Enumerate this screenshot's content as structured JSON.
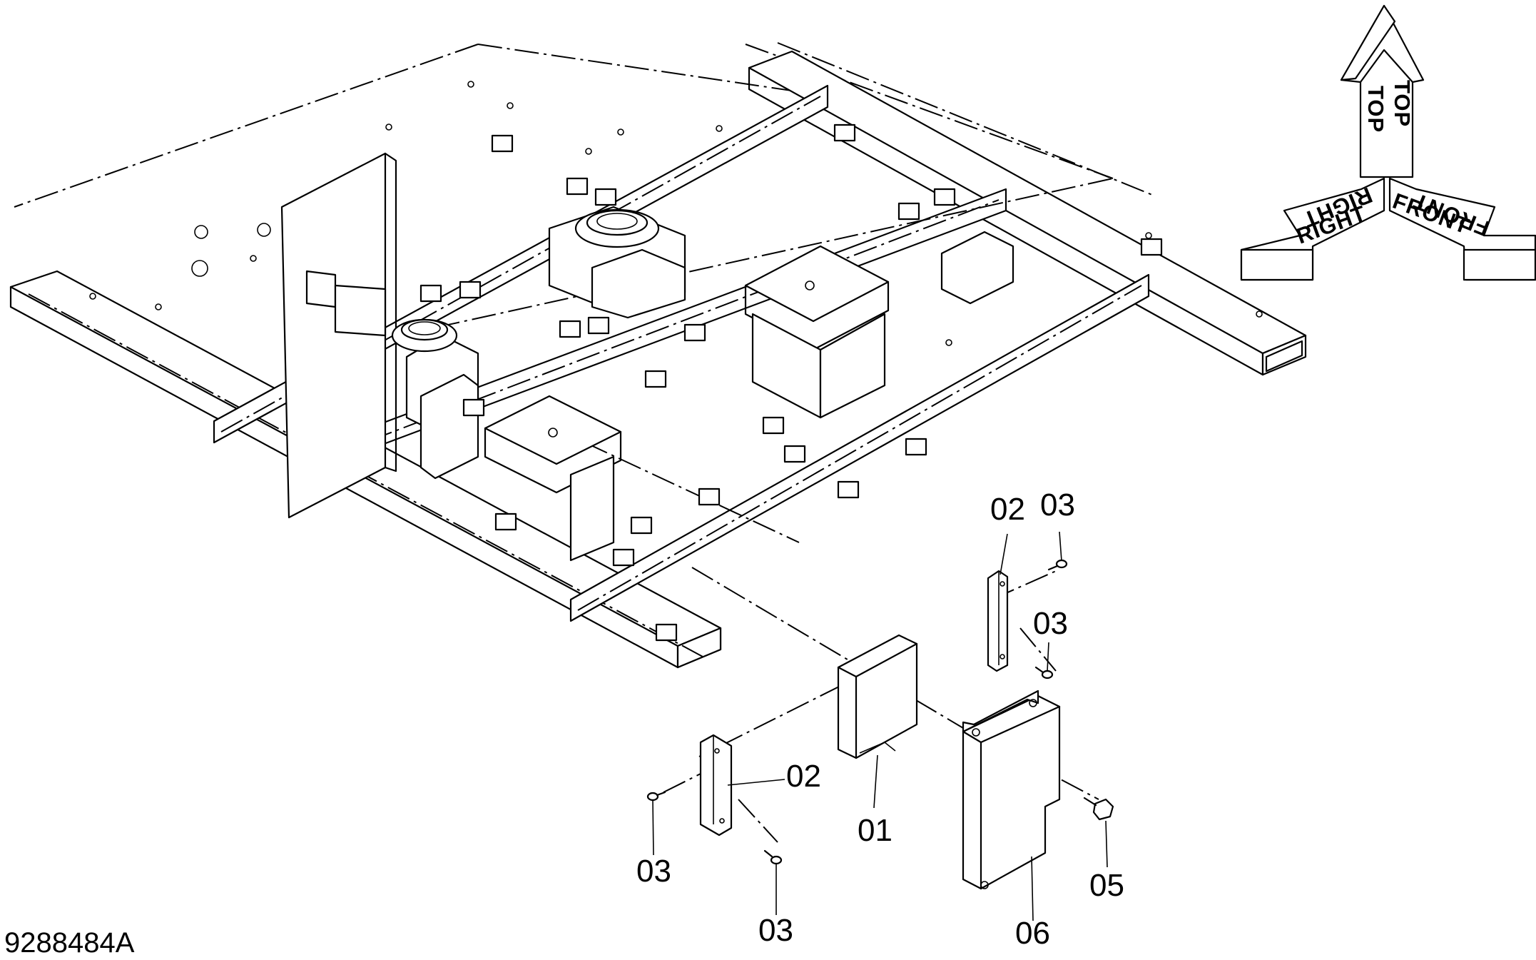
{
  "drawing_code": "9288484A",
  "callouts": [
    {
      "id": "callout-02-top",
      "text": "02"
    },
    {
      "id": "callout-03-top",
      "text": "03"
    },
    {
      "id": "callout-03-mid",
      "text": "03"
    },
    {
      "id": "callout-02-left",
      "text": "02"
    },
    {
      "id": "callout-01",
      "text": "01"
    },
    {
      "id": "callout-03-left",
      "text": "03"
    },
    {
      "id": "callout-03-bottom",
      "text": "03"
    },
    {
      "id": "callout-05",
      "text": "05"
    },
    {
      "id": "callout-06",
      "text": "06"
    }
  ],
  "orientation": {
    "top_labels": [
      "TOP",
      "TOP"
    ],
    "right_labels": [
      "RIGHT",
      "RIGHT"
    ],
    "front_labels": [
      "FRONT",
      "FRONT"
    ]
  }
}
